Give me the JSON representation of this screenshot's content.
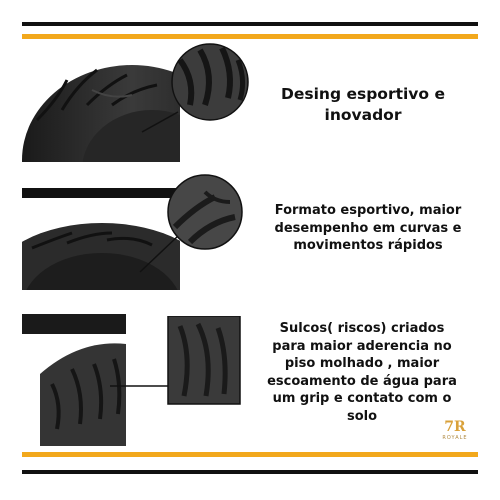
{
  "captions": {
    "first": "Desing esportivo e inovador",
    "second": "Formato esportivo, maior desempenho em curvas e movimentos rápidos",
    "third": "Sulcos( riscos) criados para maior aderencia no piso molhado , maior escoamento de água para um grip e contato com o solo"
  },
  "logo": {
    "mark": "7R",
    "text": "ROYALE"
  },
  "colors": {
    "stripe_black": "#111111",
    "stripe_gold": "#f2a81c",
    "tire": "#2a2a2a"
  },
  "images": [
    "tire-photo-side",
    "tire-photo-front",
    "tire-photo-tread",
    "tread-detail-1",
    "tread-detail-2",
    "tread-detail-3"
  ]
}
